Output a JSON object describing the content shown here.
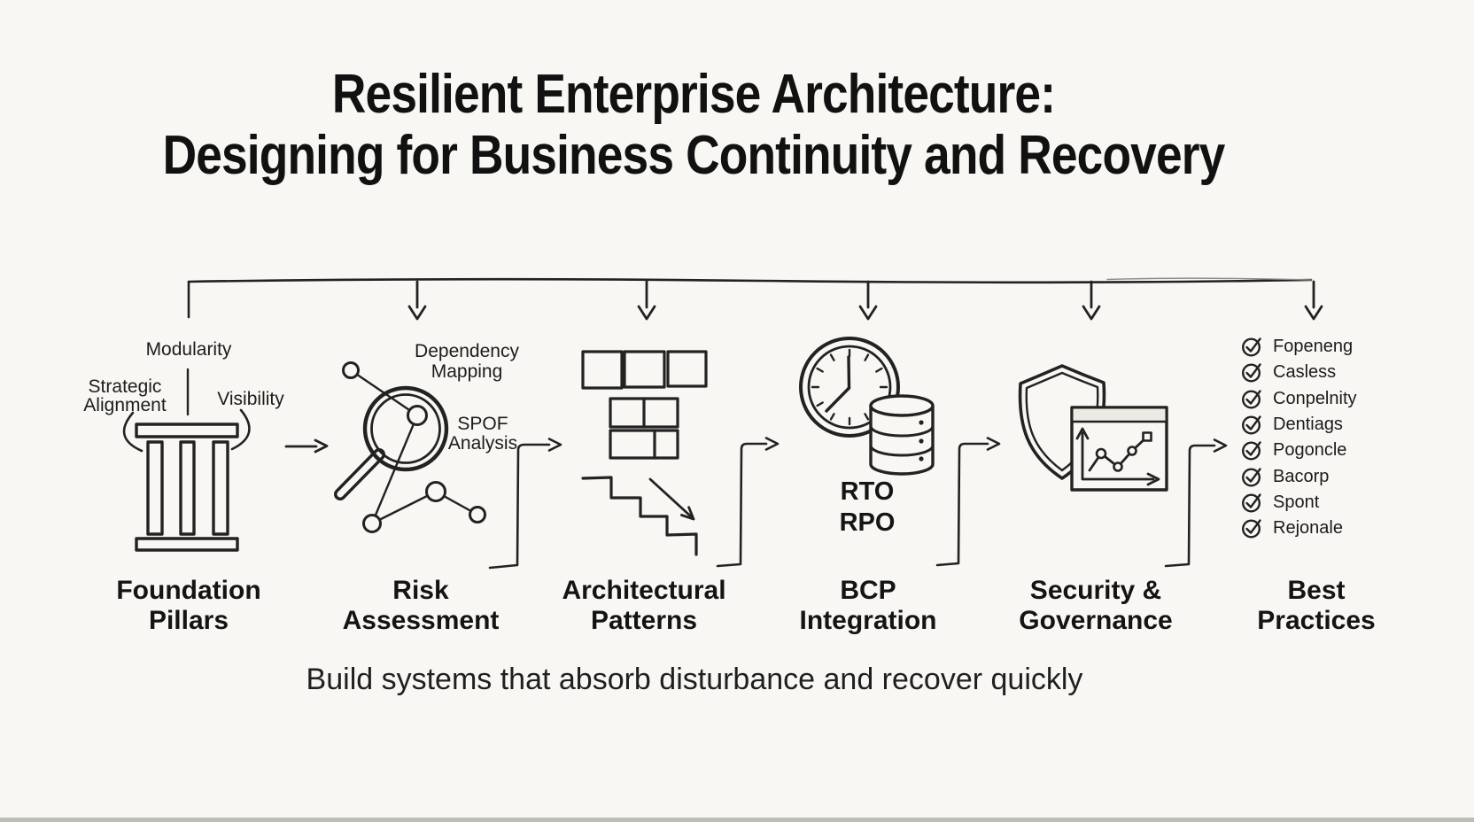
{
  "title": "Resilient Enterprise Architecture:\nDesigning for Business Continuity and Recovery",
  "tagline": "Build systems that absorb disturbance and recover quickly",
  "colors": {
    "background": "#f8f7f3",
    "ink": "#222222",
    "title": "#111111"
  },
  "stages": [
    {
      "label": "Foundation\nPillars",
      "icon": "pillars-icon",
      "annotations": {
        "top": "Modularity",
        "left": "Strategic\nAlignment",
        "right": "Visibility"
      }
    },
    {
      "label": "Risk\nAssessment",
      "icon": "magnifier-network-icon",
      "annotations": {
        "top": "Dependency\nMapping",
        "right": "SPOF\nAnalysis"
      }
    },
    {
      "label": "Architectural\nPatterns",
      "icon": "blocks-staircase-icon"
    },
    {
      "label": "BCP\nIntegration",
      "icon": "clock-database-icon",
      "annotations": {
        "bottom": "RTO\nRPO"
      }
    },
    {
      "label": "Security &\nGovernance",
      "icon": "shield-chart-icon"
    },
    {
      "label": "Best\nPractices",
      "icon": "checklist-icon",
      "checklist": [
        "Fopeneng",
        "Casless",
        "Conpelnity",
        "Dentiags",
        "Pogoncle",
        "Bacorp",
        "Spont",
        "Rejonale"
      ]
    }
  ]
}
